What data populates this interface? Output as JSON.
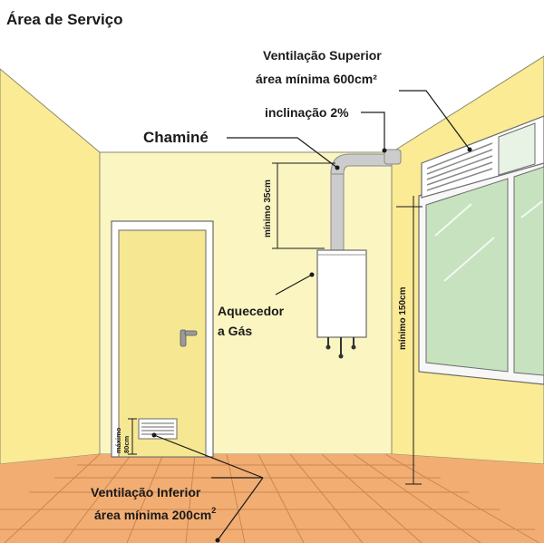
{
  "title": "Área de Serviço",
  "labels": {
    "vent_superior_line1": "Ventilação Superior",
    "vent_superior_line2": "área mínima 600cm²",
    "inclinacao": "inclinação 2%",
    "chamine": "Chaminé",
    "minimo_35": "mínimo 35cm",
    "aquecedor_line1": "Aquecedor",
    "aquecedor_line2": "a Gás",
    "minimo_150": "mínimo 150cm",
    "maximo_line1": "máximo",
    "maximo_line2": "80cm",
    "vent_inferior_line1": "Ventilação Inferior",
    "vent_inferior_line2": "área mínima 200cm",
    "vent_inferior_sup": "2"
  },
  "colors": {
    "wall_back": "#FBF5C2",
    "wall_side": "#FAEB94",
    "ceiling": "#FFFFFF",
    "floor": "#F2AE72",
    "floor_grout": "#C98650",
    "door": "#F6E792",
    "glass": "#C6E2BE",
    "frame": "#F7F7F7",
    "outline": "#6B6B6B",
    "chimney": "#CCCCCC",
    "heater": "#FFFFFF"
  }
}
